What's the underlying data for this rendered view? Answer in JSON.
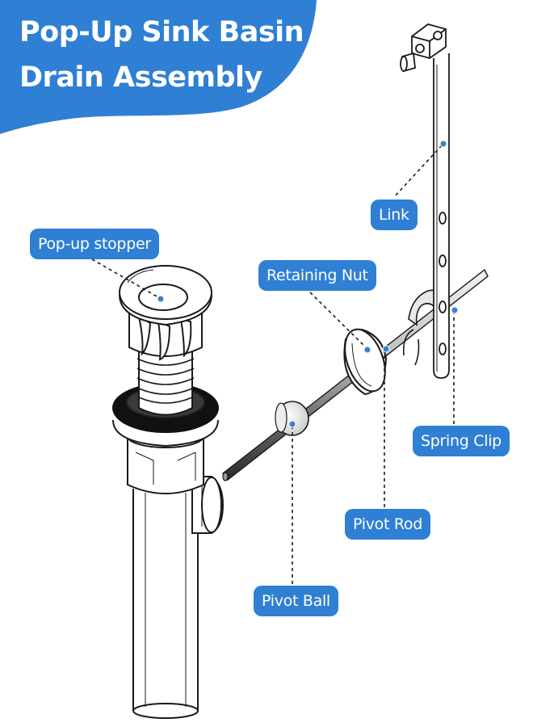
{
  "title": {
    "line1": "Pop-Up Sink Basin",
    "line2": "Drain Assembly"
  },
  "labels": {
    "popup_stopper": "Pop-up stopper",
    "link": "Link",
    "retaining_nut": "Retaining Nut",
    "spring_clip": "Spring Clip",
    "pivot_rod": "Pivot Rod",
    "pivot_ball": "Pivot Ball"
  },
  "colors": {
    "accent_blue": "#2f7fd4",
    "outline": "#1a1a1a",
    "marker_dot": "#3a7fd0"
  }
}
